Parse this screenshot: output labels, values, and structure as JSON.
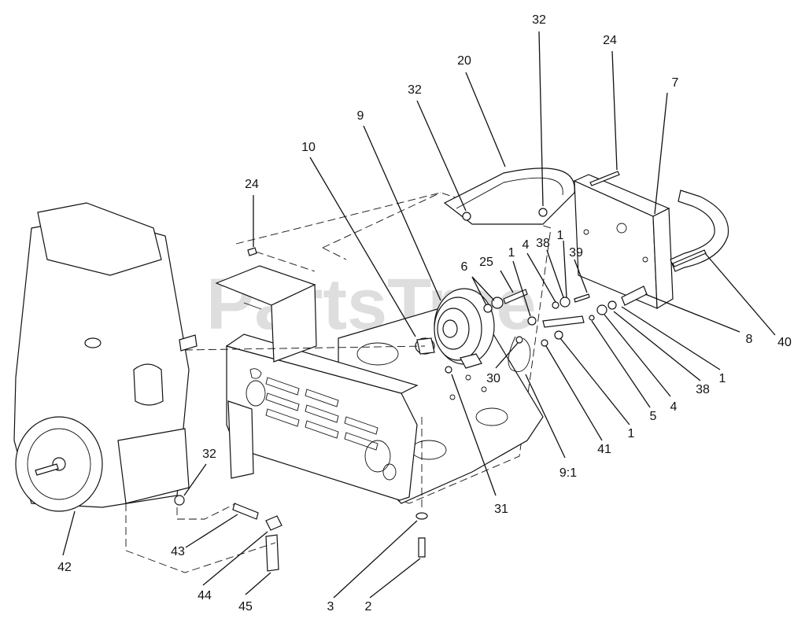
{
  "watermark": {
    "text": "PartsTree",
    "tm": "TM"
  },
  "labels": [
    {
      "id": "lbl-32-top",
      "text": "32"
    },
    {
      "id": "lbl-24-top",
      "text": "24"
    },
    {
      "id": "lbl-20",
      "text": "20"
    },
    {
      "id": "lbl-7",
      "text": "7"
    },
    {
      "id": "lbl-32-left",
      "text": "32"
    },
    {
      "id": "lbl-9",
      "text": "9"
    },
    {
      "id": "lbl-10",
      "text": "10"
    },
    {
      "id": "lbl-24-left",
      "text": "24"
    },
    {
      "id": "lbl-25",
      "text": "25"
    },
    {
      "id": "lbl-6",
      "text": "6"
    },
    {
      "id": "lbl-1-a",
      "text": "1"
    },
    {
      "id": "lbl-4-a",
      "text": "4"
    },
    {
      "id": "lbl-38-a",
      "text": "38"
    },
    {
      "id": "lbl-1-b",
      "text": "1"
    },
    {
      "id": "lbl-39",
      "text": "39"
    },
    {
      "id": "lbl-8",
      "text": "8"
    },
    {
      "id": "lbl-40",
      "text": "40"
    },
    {
      "id": "lbl-1-c",
      "text": "1"
    },
    {
      "id": "lbl-38-b",
      "text": "38"
    },
    {
      "id": "lbl-4-b",
      "text": "4"
    },
    {
      "id": "lbl-5",
      "text": "5"
    },
    {
      "id": "lbl-1-d",
      "text": "1"
    },
    {
      "id": "lbl-41",
      "text": "41"
    },
    {
      "id": "lbl-9-1",
      "text": "9:1"
    },
    {
      "id": "lbl-30",
      "text": "30"
    },
    {
      "id": "lbl-31",
      "text": "31"
    },
    {
      "id": "lbl-32-bottom",
      "text": "32"
    },
    {
      "id": "lbl-42",
      "text": "42"
    },
    {
      "id": "lbl-43",
      "text": "43"
    },
    {
      "id": "lbl-44",
      "text": "44"
    },
    {
      "id": "lbl-45",
      "text": "45"
    },
    {
      "id": "lbl-3",
      "text": "3"
    },
    {
      "id": "lbl-2",
      "text": "2"
    }
  ]
}
